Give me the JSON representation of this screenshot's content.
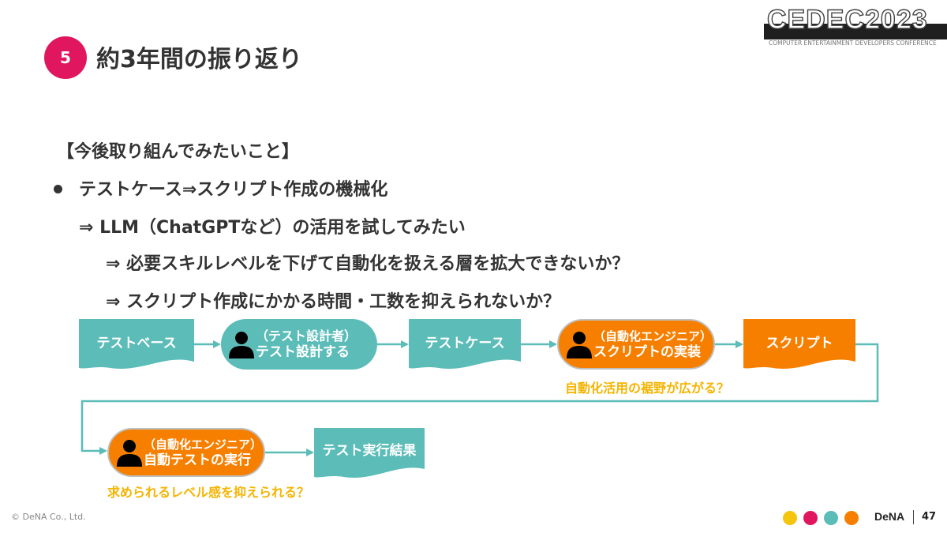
{
  "header": {
    "section_number": "5",
    "title": "約3年間の振り返り"
  },
  "logo": {
    "main": "CEDEC2023",
    "sub": "COMPUTER ENTERTAINMENT DEVELOPERS CONFERENCE"
  },
  "content": {
    "heading": "【今後取り組んでみたいこと】",
    "bullet": "テストケース⇒スクリプト作成の機械化",
    "sub1": "⇒ LLM（ChatGPTなど）の活用を試してみたい",
    "sub2": "⇒ 必要スキルレベルを下げて自動化を扱える層を拡大できないか？",
    "sub3": "⇒ スクリプト作成にかかる時間・工数を抑えられないか？"
  },
  "flow": {
    "test_base": "テストベース",
    "designer_role": "（テスト設計者）",
    "designer_action": "テスト設計する",
    "test_case": "テストケース",
    "engineer1_role": "（自動化エンジニア）",
    "engineer1_action": "スクリプトの実装",
    "script": "スクリプト",
    "note1": "自動化活用の裾野が広がる？",
    "engineer2_role": "（自動化エンジニア）",
    "engineer2_action": "自動テストの実行",
    "result": "テスト実行結果",
    "note2": "求められるレベル感を抑えられる？"
  },
  "footer": {
    "copyright": "© DeNA Co., Ltd.",
    "brand": "DeNA",
    "page": "47"
  },
  "colors": {
    "teal": "#5bbcb8",
    "orange": "#f77f00",
    "magenta": "#e0175f",
    "yellow": "#f5c40f",
    "note": "#f5b400",
    "text": "#333333"
  },
  "icons": {
    "person": "person-silhouette-icon"
  }
}
